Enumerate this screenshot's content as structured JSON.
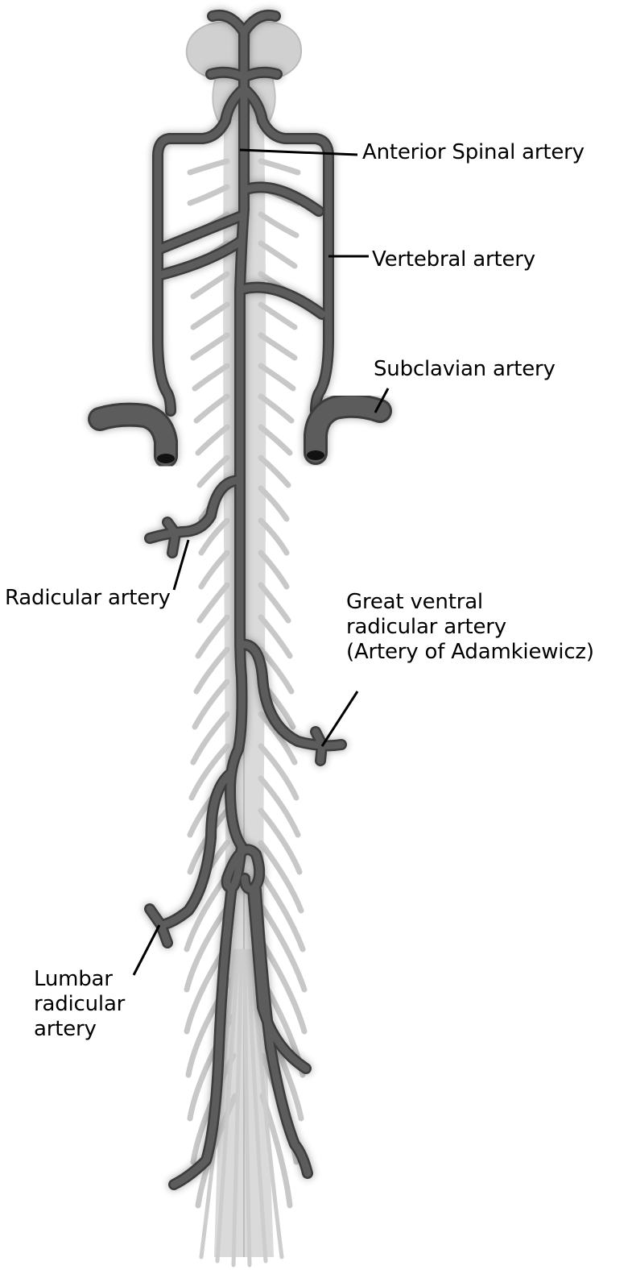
{
  "colors": {
    "artery": "#595959",
    "artery_outline": "#3e3e3e",
    "cord": "#d4d4d4",
    "nerve_roots": "#c8c8c8",
    "brain": "#cfcfcf",
    "vessel_end": "#111111",
    "leader_line": "#000000"
  },
  "labels": {
    "anterior_spinal": "Anterior Spinal artery",
    "vertebral": "Vertebral artery",
    "subclavian": "Subclavian artery",
    "radicular": "Radicular artery",
    "great_ventral": {
      "line1": "Great ventral",
      "line2": "radicular artery",
      "line3": "(Artery of Adamkiewicz)"
    },
    "lumbar_radicular": {
      "line1": "Lumbar",
      "line2": "radicular",
      "line3": "artery"
    }
  }
}
